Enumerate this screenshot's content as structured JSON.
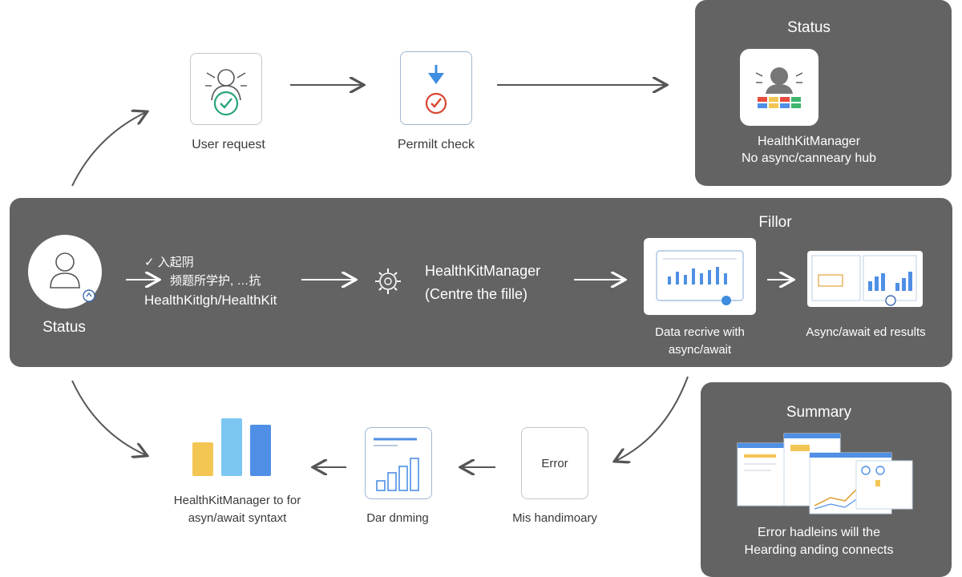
{
  "top": {
    "user_request": "User request",
    "permit_check": "Permilt check",
    "status_panel": {
      "title": "Status",
      "line1": "HealthKitManager",
      "line2": "No async/canneary hub"
    }
  },
  "middle": {
    "title": "Fillor",
    "status_label": "Status",
    "cjk_line1": "✓ 入起阴",
    "cjk_line2": "频题所学护, …抗",
    "healthkit_line": "HealthKitlgh/HealthKit",
    "manager_line1": "HealthKitManager",
    "manager_line2": "(Centre the fille)",
    "data_receive": "Data recrive with async/await",
    "async_results": "Async/await ed results"
  },
  "bottom": {
    "chart_label": "HealthKitManager to for asyn/await syntaxt",
    "dar_label": "Dar dnming",
    "error_box": "Error",
    "mis_label": "Mis handimoary",
    "summary_panel": {
      "title": "Summary",
      "line1": "Error hadleins will the",
      "line2": "Hearding anding connects"
    }
  },
  "colors": {
    "panel": "#636363",
    "arrow": "#555555",
    "check_green": "#2aa57d",
    "check_red": "#d9452f",
    "blue_arrow": "#3d8de0",
    "bar_yellow": "#f3c553",
    "bar_lightblue": "#7cc6f2",
    "bar_blue": "#4f8fe5"
  },
  "icons": [
    "person-icon",
    "download-arrow-icon",
    "check-icon",
    "avatar-icon",
    "gear-icon",
    "bar-chart-icon",
    "dashboard-icon"
  ]
}
